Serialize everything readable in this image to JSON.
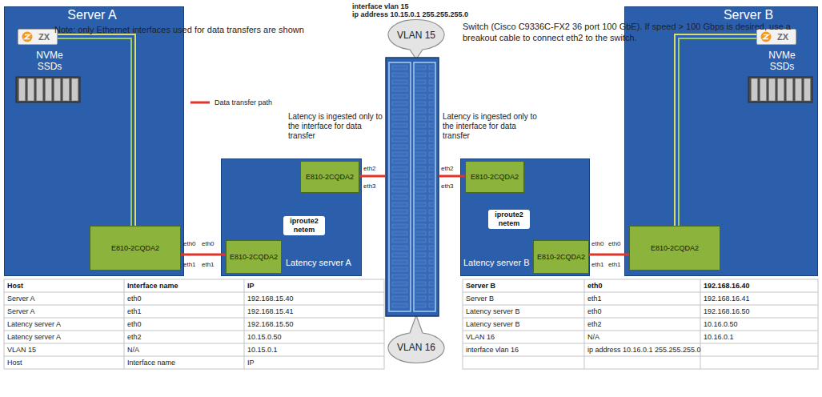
{
  "diagram": {
    "nodes": [
      {
        "text": [
          "Server A",
          "NVMe SSDs"
        ]
      },
      {
        "text": [
          "ZX"
        ],
        "in": 0
      },
      {
        "text": [
          "E810-2CQDA2"
        ],
        "in": 0
      },
      {
        "text": [
          "iproute2 netem",
          "Latency server A"
        ]
      },
      {
        "text": [
          "E810-2CQDA2"
        ],
        "in": 3
      },
      {
        "text": [
          "E810-2CQDA2"
        ],
        "in": 3
      },
      {
        "text": [
          "VLAN 15"
        ]
      },
      {
        "text": [
          "VLAN 16"
        ]
      },
      {
        "text": [
          "iproute2 netem",
          "Latency server B"
        ]
      },
      {
        "text": [
          "E810-2CQDA2"
        ],
        "in": 8
      },
      {
        "text": [
          "E810-2CQDA2"
        ],
        "in": 8
      },
      {
        "text": [
          "Server B",
          "NVMe SSDs"
        ]
      },
      {
        "text": [
          "ZX"
        ],
        "in": 11
      },
      {
        "text": [
          "E810-2CQDA2"
        ],
        "in": 11
      }
    ],
    "edges": [
      {
        "from": 1,
        "to": 2,
        "arrow": "none"
      },
      {
        "from": 2,
        "to": 4,
        "arrow": "none"
      },
      {
        "from": 10,
        "to": 13,
        "arrow": "none"
      },
      {
        "from": 12,
        "to": 13,
        "arrow": "none"
      }
    ],
    "labels": [
      "interface vlan 15",
      "ip address 10.15.0.1 255.255.255.0",
      "Note: only Ethernet interfaces used for data transfers are shown",
      "Switch (Cisco C9336C-FX2 36 port 100 GbE). If speed > 100 Gbps is desired, use a breakout cable to connect eth2 to the switch.",
      "Latency is ingested only to the interface for data transfer",
      "Latency is ingested only to the interface for data transfer",
      "eth0",
      "eth1",
      "eth0",
      "eth1",
      "eth2",
      "eth3",
      "eth2",
      "eth3",
      "eth0",
      "eth1",
      "eth0",
      "eth1",
      "Host",
      "Interface name",
      "IP",
      "Server A",
      "eth0",
      "192.168.15.40",
      "Server A",
      "eth1",
      "192.168.15.41",
      "Latency server A",
      "eth0",
      "192.168.15.50",
      "Latency server A",
      "eth2",
      "10.15.0.50",
      "VLAN 15",
      "N/A",
      "10.15.0.1",
      "Host",
      "Interface name",
      "IP",
      "Server B",
      "eth0",
      "192.168.16.40",
      "Server B",
      "eth1",
      "192.168.16.41",
      "Latency server B",
      "eth0",
      "192.168.16.50",
      "Latency server B",
      "eth2",
      "10.16.0.50",
      "VLAN 16",
      "N/A",
      "10.16.0.1",
      "interface vlan 16",
      "ip address 10.16.0.1 255.255.255.0"
    ],
    "legend": [
      {
        "text": "Data transfer path"
      }
    ]
  }
}
